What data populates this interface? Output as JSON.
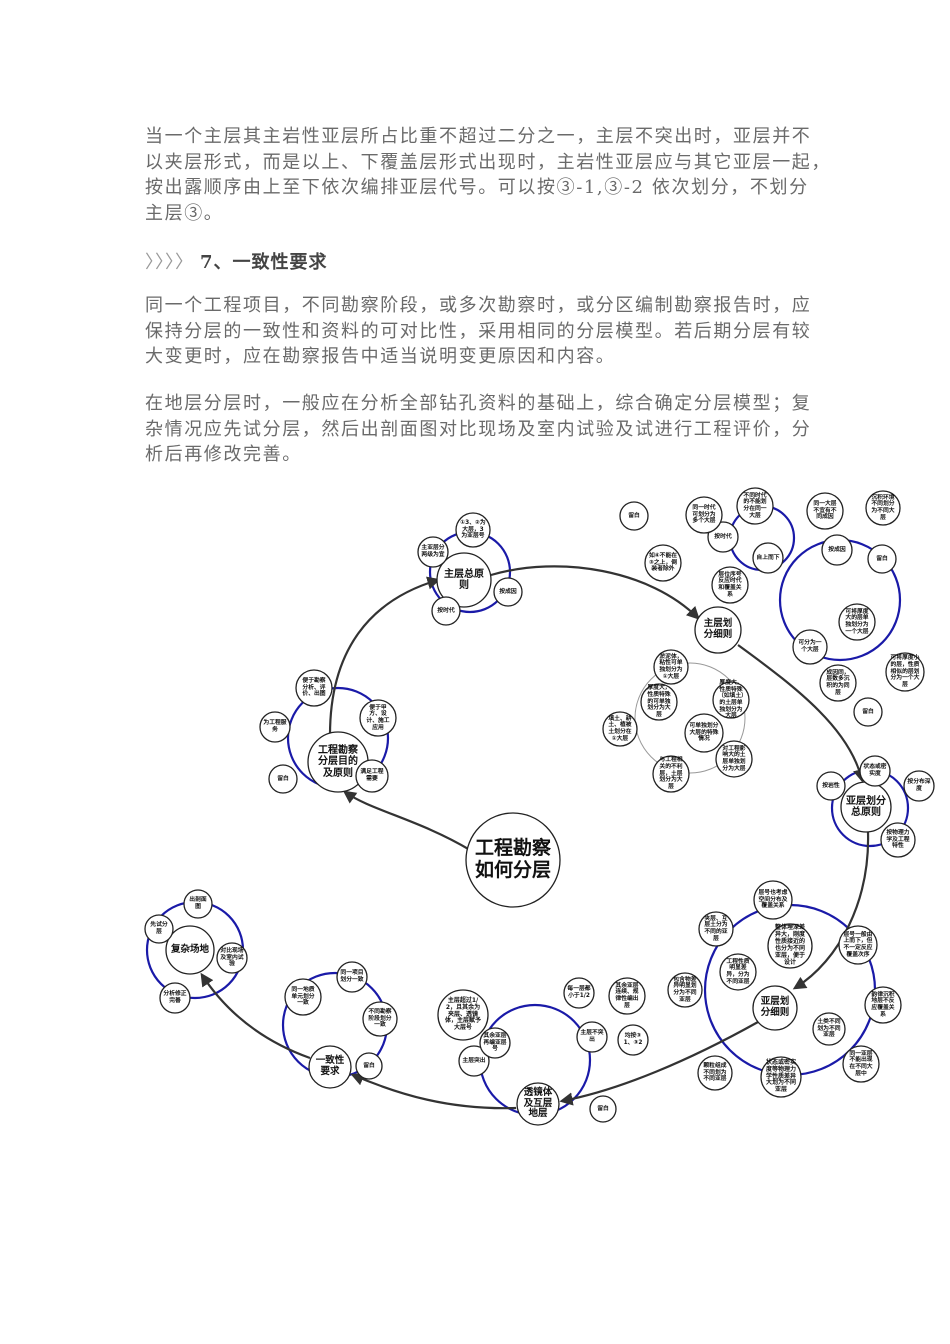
{
  "paragraph_1": [
    "当一个主层其主岩性亚层所占比重不超过二分之一，主层不突出时，亚层并不",
    "以夹层形式，而是以上、下覆盖层形式出现时，主岩性亚层应与其它亚层一起，",
    "按出露顺序由上至下依次编排亚层代号。可以按③-1,③-2 依次划分，不划分",
    "主层③。"
  ],
  "heading": {
    "prefix": "〉〉〉〉",
    "text": "7、一致性要求"
  },
  "paragraph_2": [
    "同一个工程项目，不同勘察阶段，或多次勘察时，或分区编制勘察报告时，应",
    "保持分层的一致性和资料的可对比性，采用相同的分层模型。若后期分层有较",
    "大变更时，应在勘察报告中适当说明变更原因和内容。"
  ],
  "paragraph_3": [
    "在地层分层时，一般应在分析全部钻孔资料的基础上，综合确定分层模型；复",
    "杂情况应先试分层，然后出剖面图对比现场及室内试验及试进行工程评价，分",
    "析后再修改完善。"
  ],
  "colors": {
    "main_arrow": "#333333",
    "branch_arrow": "#1a1aa8",
    "minor_arrow": "#999999"
  },
  "diagram": {
    "center": "工程勘察如何分层",
    "nodes": {
      "purpose": "工程勘察分层目的及原则",
      "p1": "便于勘察分析、评价、出图",
      "p2": "便于甲方、设计、施工应用",
      "p3": "满足工程需要",
      "p4": "留白",
      "p5": "为工程服务",
      "main": "主层总原则",
      "m1": "主亚层分两级为宜",
      "m2": "①3、②为大层，3为亚层号",
      "m3": "按成因",
      "m4": "按时代",
      "detail": "主层划分细则",
      "d1": "按时代",
      "d2": "自上而下",
      "d3": "层位序号反应时代和覆盖关系",
      "d4": "如④不能在③之上，倒装者除外",
      "d5": "留白",
      "d6": "同一时代可划分为多个大层",
      "d7": "不同时代的不能划分在同一大层",
      "d8": "按成因",
      "d9": "同一大层不宜有不同成因",
      "d10": "沉积环境不同划分为不同大层",
      "d11": "留白",
      "d12": "可将厚度大的层单独划分为一个大层",
      "d13": "可分为一个大层",
      "d14": "成因同，层数多沉积的为同层",
      "d15": "可将厚度小的层，性质相似的层划分为一个大层",
      "d16": "留白",
      "d17": "可单独划分大层的特殊情况",
      "d18": "淤泥体，粘性可单独划分为①大层",
      "d19": "厚度大，性质特殊的可单独划分为大层",
      "d20": "厚度大，性质特殊（如填土）的土层单独划分为大层",
      "d21": "填土、耕土、植被土划分在①大层",
      "d22": "与工程相关的不利层，土层划分为大层",
      "d23": "对工程影响大的土层单独划分为大层",
      "sub": "亚层划分总原则",
      "s1": "按岩性",
      "s2": "状态或密实度",
      "s3": "按分布深度",
      "s4": "按物理力学及工程特性",
      "subd": "亚层划分细则",
      "sd1": "整体埋深差异大，刚度性质接近的也分为不同亚层，便于设计",
      "sd2": "工程性质明显差异，分为不同亚层",
      "sd3": "夹层、互层土分为不同的亚层",
      "sd4": "层号也考虑空间分布及覆盖关系",
      "sd5": "层号一般由上而下，但不一定反应覆盖次序",
      "sd6": "韵律沉积地层不反应覆盖关系",
      "sd7": "同一亚层不能出现在不同大层中",
      "sd8": "土类不同划为不同亚层",
      "sd9": "状态或密实度等物理力学性质差异大划为不同亚层",
      "sd10": "颗粒组成不同划为不同亚层",
      "sd11": "包含物差异明显划分为不同亚层",
      "lens": "透镜体及互层地层",
      "l1": "主层突出",
      "l2": "主层超过1/2，且其余为夹层、透镜体，主层赋予大层号",
      "l3": "其余亚层再编亚层号",
      "l4": "主层不突出",
      "l5": "每一层都小于1/2",
      "l6": "其余亚层连续、规律性编出层",
      "l7": "均按③1、③2",
      "l8": "留白",
      "cons": "一致性要求",
      "c1": "同一地质单元划分一致",
      "c2": "同一项目划分一致",
      "c3": "不同勘察阶段划分一致",
      "c4": "留白",
      "complex": "复杂场地",
      "x1": "先试分层",
      "x2": "出剖面图",
      "x3": "对比现场及室内试验",
      "x4": "分析修正完善"
    }
  }
}
